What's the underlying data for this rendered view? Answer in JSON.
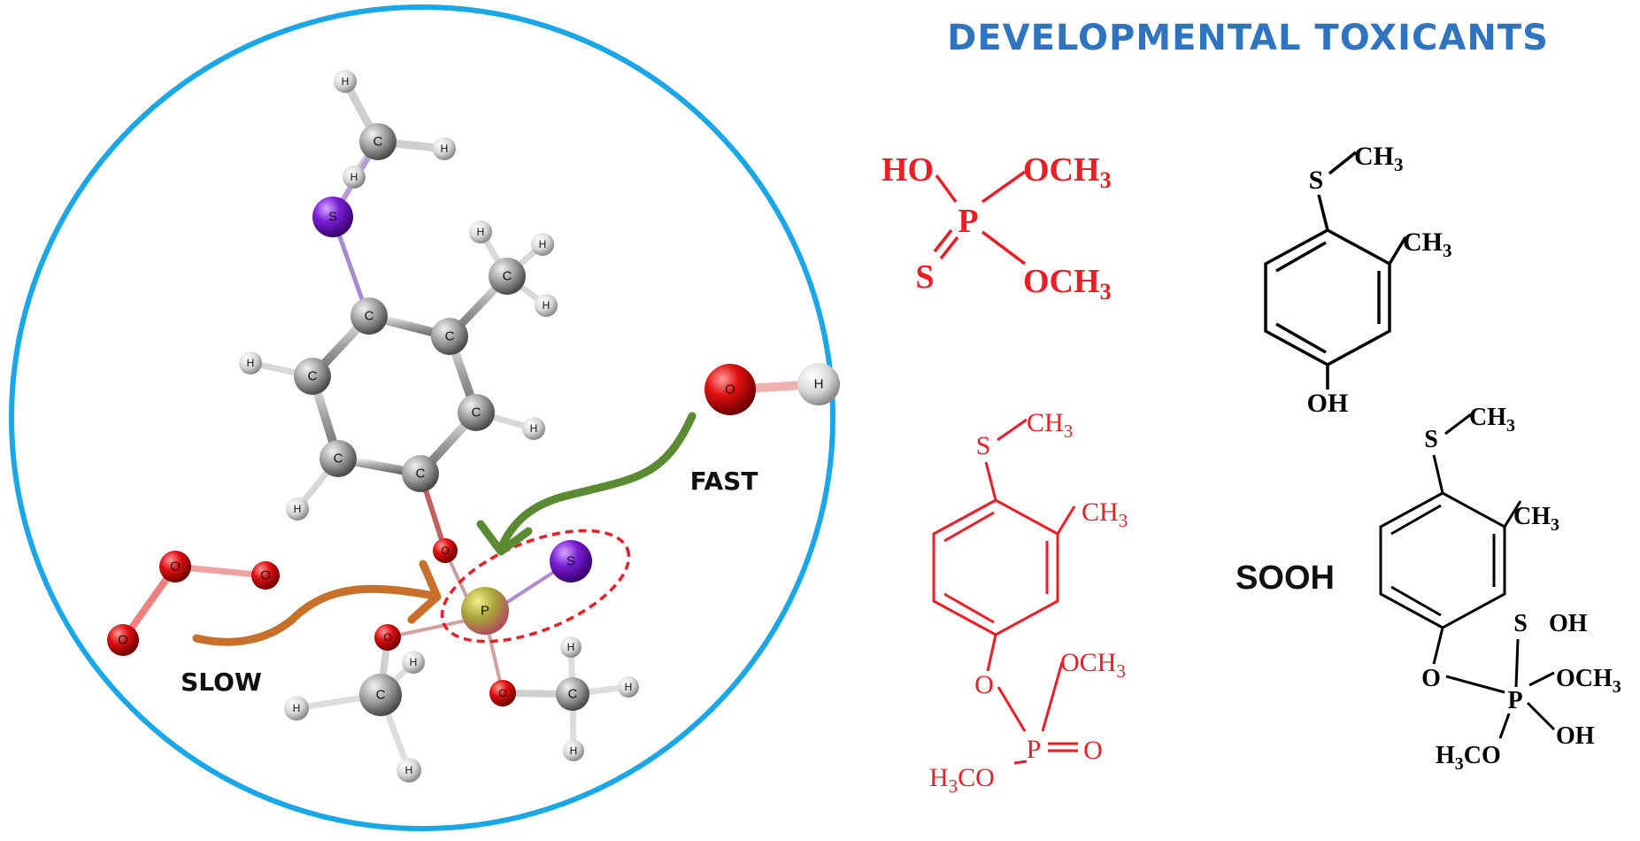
{
  "title": "DEVELOPMENTAL TOXICANTS",
  "labels": {
    "fast": "FAST",
    "slow": "SLOW",
    "sooh": "SOOH"
  },
  "atoms": {
    "C": "C",
    "H": "H",
    "O": "O",
    "S": "S",
    "P": "P"
  },
  "formulas": {
    "ho": "HO",
    "och3": "OCH",
    "ch3": "CH",
    "h3co": "H",
    "h3co_rest": "CO",
    "sub3": "3",
    "s": "S",
    "p": "P",
    "o": "O",
    "oh": "OH"
  },
  "colors": {
    "title": "#2e74c0",
    "circle": "#1aa7e8",
    "red": "#ee1c24",
    "fast_arrow": "#5a8a32",
    "slow_arrow": "#c8702a",
    "black": "#000000"
  }
}
